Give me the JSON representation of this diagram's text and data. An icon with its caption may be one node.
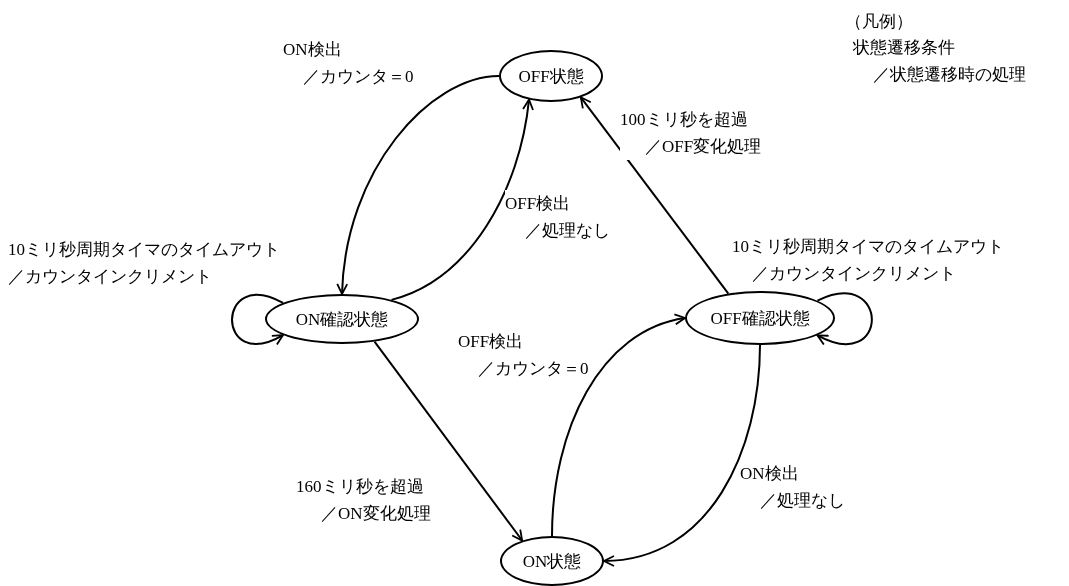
{
  "diagram": {
    "nodes": [
      {
        "text": [
          "OFF状態"
        ]
      },
      {
        "text": [
          "ON確認状態"
        ]
      },
      {
        "text": [
          "OFF確認状態"
        ]
      },
      {
        "text": [
          "ON状態"
        ]
      }
    ],
    "edges": [
      {
        "from": 0,
        "to": 1,
        "arrow": "to",
        "label": "ON検出／カウンタ＝0"
      },
      {
        "from": 1,
        "to": 0,
        "arrow": "to",
        "label": "OFF検出／処理なし"
      },
      {
        "from": 1,
        "to": 1,
        "arrow": "to",
        "label": "10ミリ秒周期タイマのタイムアウト／カウンタインクリメント"
      },
      {
        "from": 2,
        "to": 0,
        "arrow": "to",
        "label": "100ミリ秒を超過／OFF変化処理"
      },
      {
        "from": 2,
        "to": 2,
        "arrow": "to",
        "label": "10ミリ秒周期タイマのタイムアウト／カウンタインクリメント"
      },
      {
        "from": 1,
        "to": 3,
        "arrow": "to",
        "label": "160ミリ秒を超過／ON変化処理"
      },
      {
        "from": 3,
        "to": 2,
        "arrow": "to",
        "label": "OFF検出／カウンタ＝0"
      },
      {
        "from": 2,
        "to": 3,
        "arrow": "to",
        "label": "ON検出／処理なし"
      }
    ],
    "labels": [
      "（凡例）",
      "状態遷移条件／状態遷移時の処理"
    ]
  }
}
